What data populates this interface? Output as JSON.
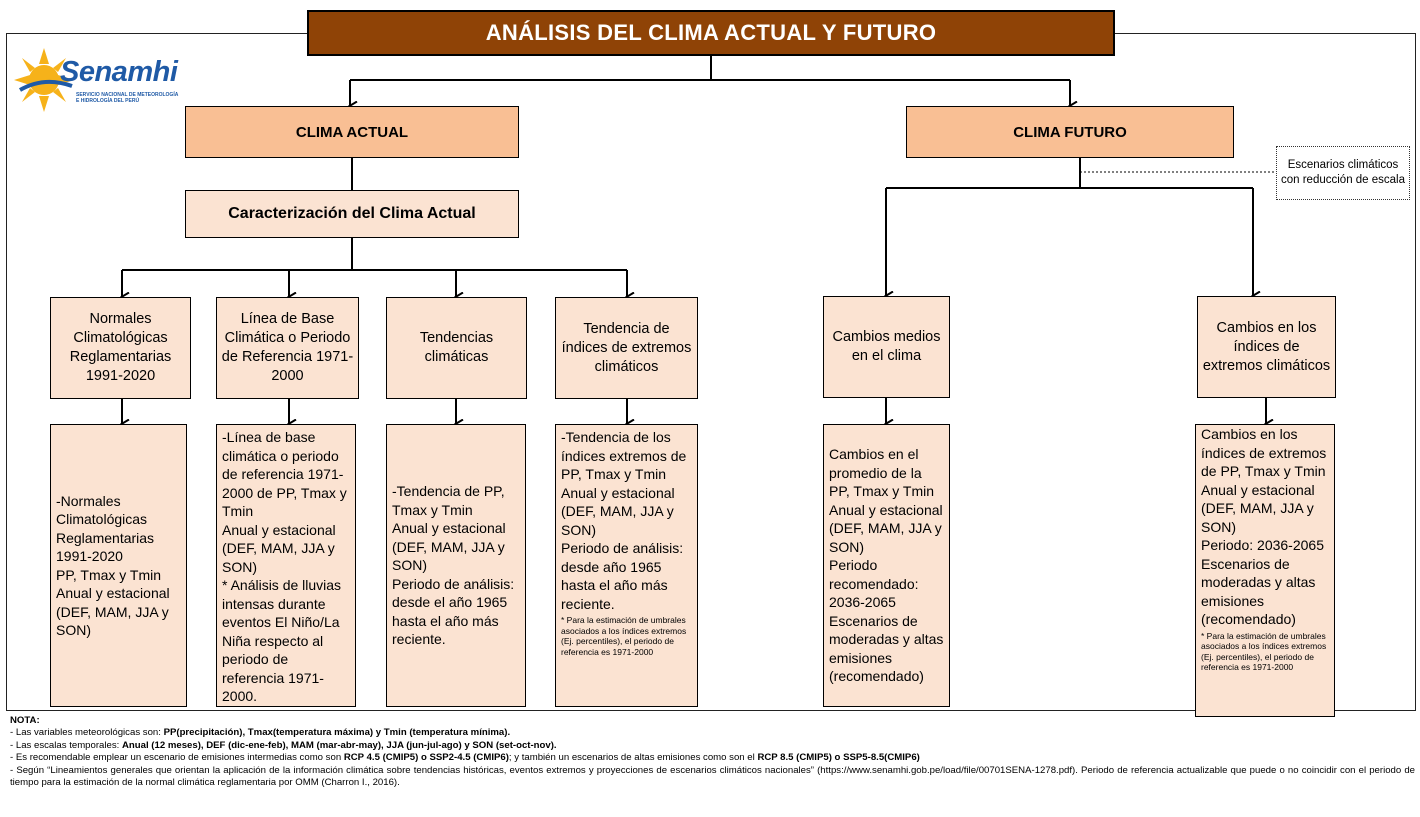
{
  "title": "ANÁLISIS DEL CLIMA ACTUAL Y FUTURO",
  "logo": {
    "name": "Senamhi",
    "tagline": "SERVICIO NACIONAL DE METEOROLOGÍA\nE HIDROLOGÍA DEL PERÚ",
    "sun_color": "#f6b21a",
    "text_color": "#1f5aa6"
  },
  "colors": {
    "title_bg": "#8f4306",
    "header_bg": "#f9bf94",
    "box_bg": "#fbe3d2"
  },
  "actual": {
    "heading": "CLIMA ACTUAL",
    "subheading": "Caracterización del Clima Actual",
    "categories": [
      {
        "label": "Normales Climatológicas Reglamentarias 1991-2020",
        "detail": "-Normales Climatológicas Reglamentarias 1991-2020\nPP, Tmax y Tmin\nAnual y estacional (DEF, MAM, JJA y SON)",
        "note": ""
      },
      {
        "label": "Línea de Base Climática o Periodo de Referencia 1971-2000",
        "detail": "-Línea de base climática o periodo de referencia 1971- 2000  de PP, Tmax y Tmin\nAnual y estacional (DEF, MAM, JJA y SON)\n* Análisis de lluvias intensas durante eventos El Niño/La Niña respecto al periodo de referencia  1971-2000.",
        "note": ""
      },
      {
        "label": "Tendencias climáticas",
        "detail": "-Tendencia de PP, Tmax y Tmin\nAnual y estacional (DEF, MAM, JJA y SON)\nPeriodo de análisis: desde el año 1965 hasta el año más reciente.",
        "note": ""
      },
      {
        "label": "Tendencia de índices de extremos climáticos",
        "detail": "-Tendencia de los índices extremos de PP, Tmax y Tmin\nAnual y estacional (DEF, MAM, JJA y SON)\nPeriodo de análisis: desde año 1965 hasta el año más reciente.",
        "note": "* Para la estimación de umbrales asociados a los índices extremos (Ej. percentiles), el periodo de referencia es 1971-2000"
      }
    ]
  },
  "futuro": {
    "heading": "CLIMA FUTURO",
    "callout": "Escenarios climáticos con reducción de escala",
    "categories": [
      {
        "label": "Cambios medios en el clima",
        "detail": "Cambios en el promedio de la PP, Tmax y Tmin\nAnual y estacional (DEF, MAM, JJA y SON)\nPeriodo recomendado: 2036-2065\nEscenarios de moderadas y altas emisiones (recomendado)",
        "note": ""
      },
      {
        "label": "Cambios en los índices de extremos climáticos",
        "detail": "Cambios en los índices de extremos de PP, Tmax y Tmin\nAnual y estacional (DEF, MAM, JJA y SON)\nPeriodo: 2036-2065\nEscenarios de moderadas y altas emisiones (recomendado)",
        "note": "* Para la estimación de umbrales asociados a los índices extremos (Ej. percentiles), el periodo de referencia es 1971-2000"
      }
    ]
  },
  "notes": {
    "heading": "NOTA:",
    "variables_prefix": "- Las variables meteorológicas son: ",
    "variables_bold": "PP(precipitación), Tmax(temperatura máxima) y Tmin (temperatura mínima).",
    "scales_prefix": "- Las escalas temporales: ",
    "scales_bold": "Anual (12 meses), DEF (dic-ene-feb), MAM (mar-abr-may), JJA (jun-jul-ago) y SON (set-oct-nov).",
    "scenario_prefix": "- Es recomendable emplear un escenario de emisiones intermedias como son ",
    "scenario_bold1": "RCP 4.5 (CMIP5) o SSP2-4.5 (CMIP6)",
    "scenario_mid": "; y también un escenarios de altas emisiones como son el ",
    "scenario_bold2": "RCP 8.5 (CMIP5) o SSP5-8.5(CMIP6)",
    "lineamientos": "- Según “Lineamientos generales que orientan la aplicación de la información climática sobre tendencias históricas, eventos extremos y proyecciones de escenarios climáticos nacionales” (https://www.senamhi.gob.pe/load/file/00701SENA-1278.pdf). Periodo de referencia actualizable que puede o no coincidir con el periodo de tiempo para la estimación de la normal climática reglamentaria por OMM (Charron I., 2016)."
  }
}
